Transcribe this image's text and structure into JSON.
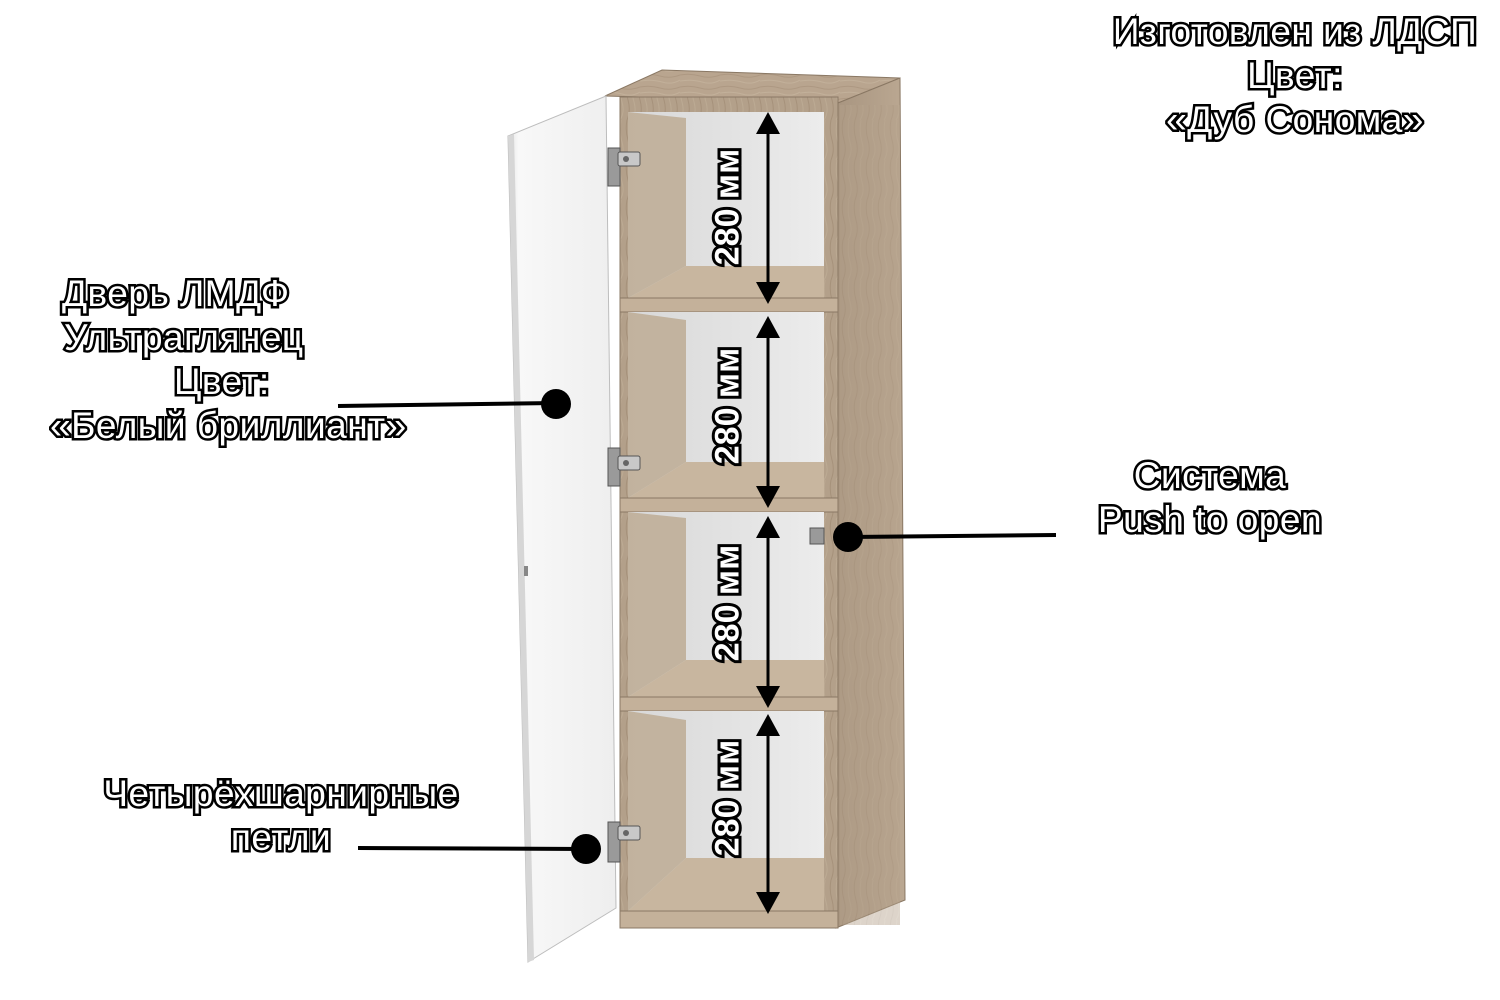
{
  "labels": {
    "material": [
      "Изготовлен из ЛДСП",
      "Цвет:",
      "«Дуб Сонома»"
    ],
    "door": [
      "Дверь ЛМДФ",
      "Ультраглянец",
      "Цвет:",
      "«Белый бриллиант»"
    ],
    "push_system": [
      "Система",
      "Push to open"
    ],
    "hinges": [
      "Четырёхшарнирные",
      "петли"
    ]
  },
  "dimensions": [
    "280 мм",
    "280 мм",
    "280 мм",
    "280 мм"
  ],
  "colors": {
    "oak_sonoma": "#b8a48e",
    "oak_dark": "#9c8a76",
    "oak_back": "#c9beb0",
    "door_white": "#f4f4f4",
    "pointer": "#000000"
  },
  "icons": [
    "hinge-icon",
    "push-to-open-latch-icon",
    "arrow-double-vertical-icon"
  ]
}
